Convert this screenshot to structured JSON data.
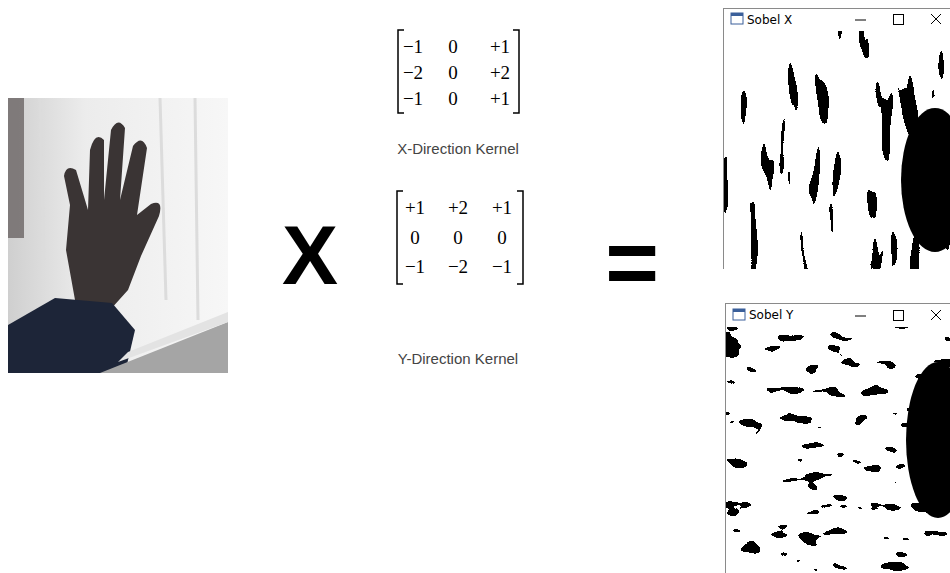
{
  "diagram": {
    "nodes": [
      {
        "text": [
          "Sobel X"
        ]
      },
      {
        "text": [
          "Sobel Y"
        ]
      }
    ],
    "labels": [
      "X",
      "−1",
      "0",
      "+1",
      "−2",
      "0",
      "+2",
      "−1",
      "0",
      "+1",
      "X-Direction Kernel",
      "+1",
      "+2",
      "+1",
      "0",
      "0",
      "0",
      "−1",
      "−2",
      "−1",
      "Y-Direction Kernel",
      "="
    ]
  }
}
